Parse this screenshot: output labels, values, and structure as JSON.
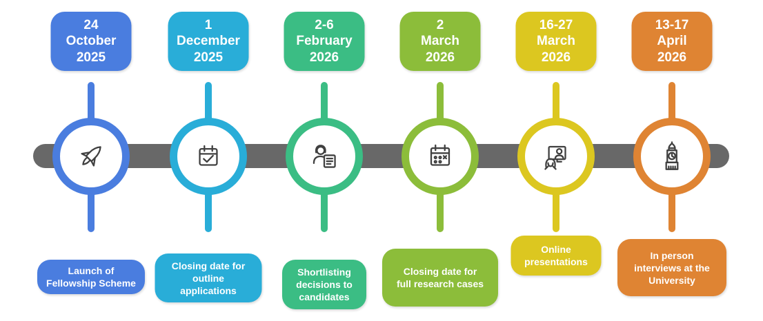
{
  "colors": {
    "bar": "#686868",
    "icon_stroke": "#404040",
    "background": "#ffffff"
  },
  "milestones": [
    {
      "date": "24\nOctober\n2025",
      "color": "#4a7ddf",
      "icon": "rocket-icon",
      "label": "Launch of\nFellowship Scheme"
    },
    {
      "date": "1\nDecember\n2025",
      "color": "#29add8",
      "icon": "calendar-check-icon",
      "label": "Closing date for\noutline\napplications"
    },
    {
      "date": "2-6\nFebruary\n2026",
      "color": "#3bbd84",
      "icon": "person-document-icon",
      "label": "Shortlisting\ndecisions to\ncandidates"
    },
    {
      "date": "2\nMarch\n2026",
      "color": "#8cbd3a",
      "icon": "calendar-dates-icon",
      "label": "Closing date for\nfull research cases"
    },
    {
      "date": "16-27\nMarch\n2026",
      "color": "#dcc720",
      "icon": "online-presentation-icon",
      "label": "Online\npresentations"
    },
    {
      "date": "13-17\nApril\n2026",
      "color": "#df8433",
      "icon": "big-ben-icon",
      "label": "In person\ninterviews at the\nUniversity"
    }
  ]
}
